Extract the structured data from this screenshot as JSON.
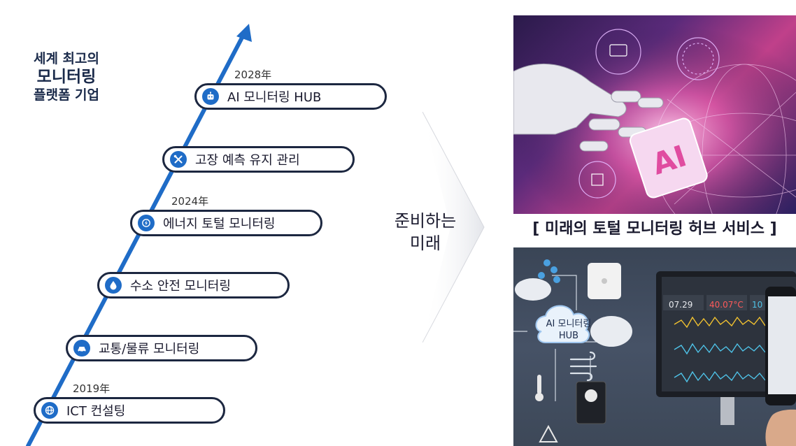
{
  "title": {
    "line1": "세계 최고의",
    "line2": "모니터링",
    "line3": "플랫폼 기업"
  },
  "timeline": {
    "items": [
      {
        "label": "ICT 컨설팅",
        "icon": "globe-chip-icon"
      },
      {
        "label": "교통/물류 모니터링",
        "icon": "car-icon"
      },
      {
        "label": "수소 안전 모니터링",
        "icon": "water-drop-icon"
      },
      {
        "label": "에너지 토털 모니터링",
        "icon": "energy-cycle-icon"
      },
      {
        "label": "고장 예측 유지 관리",
        "icon": "tools-icon"
      },
      {
        "label": "AI 모니터링 HUB",
        "icon": "robot-icon"
      }
    ],
    "years": [
      "2019年",
      "2024年",
      "2028年"
    ],
    "accent_color": "#1f6cc7",
    "pill_border_color": "#1c2740"
  },
  "prepare": {
    "line1": "준비하는",
    "line2": "미래"
  },
  "right": {
    "caption": "[ 미래의 토털 모니터링 허브 서비스 ]",
    "ai_panel_text": "AI",
    "hub_line1": "AI 모니터링",
    "hub_line2": "HUB",
    "readout_time": "07.29",
    "readout_temp": "40.07°C",
    "readout_count": "10"
  }
}
